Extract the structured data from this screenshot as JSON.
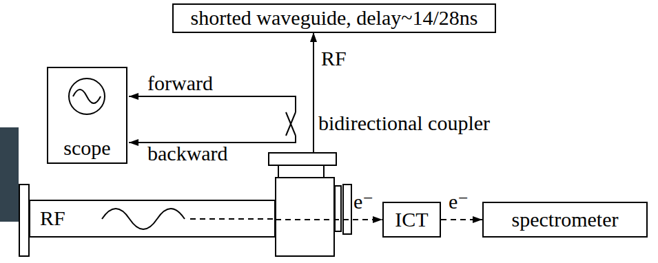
{
  "diagram": {
    "nodes": [
      {
        "text": [
          "shorted waveguide, delay~14/28ns"
        ]
      },
      {
        "text": [
          "scope"
        ]
      },
      {
        "text": [
          "RF"
        ]
      },
      {
        "text": [
          "ICT"
        ]
      },
      {
        "text": [
          "spectrometer"
        ]
      }
    ],
    "edges": [
      {
        "from": 2,
        "to": 3,
        "arrow": "to",
        "label": "e⁻"
      },
      {
        "from": 3,
        "to": 4,
        "arrow": "to",
        "label": "e⁻"
      }
    ],
    "labels": [
      "RF",
      "forward",
      "bidirectional coupler",
      "backward"
    ]
  }
}
